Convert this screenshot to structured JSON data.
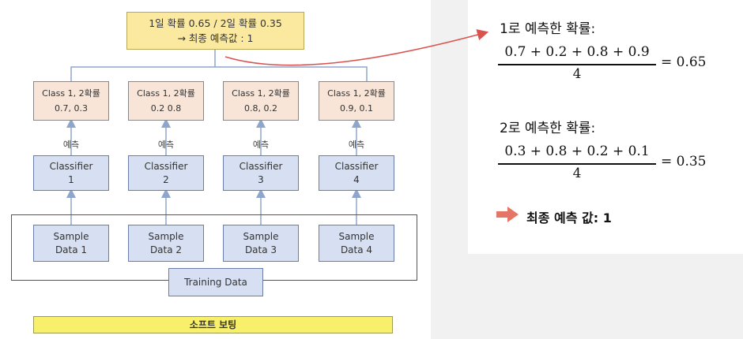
{
  "final_box": {
    "line1": "1일 확률 0.65 / 2일 확률 0.35",
    "line2": "→ 최종 예측값 : 1"
  },
  "prob_boxes": [
    {
      "title": "Class 1, 2확률",
      "values": "0.7, 0.3"
    },
    {
      "title": "Class 1, 2확률",
      "values": "0.2 0.8"
    },
    {
      "title": "Class 1, 2확률",
      "values": "0.8, 0.2"
    },
    {
      "title": "Class 1, 2확률",
      "values": "0.9, 0.1"
    }
  ],
  "predict_label": "예측",
  "classifiers": [
    {
      "line1": "Classifier",
      "line2": "1"
    },
    {
      "line1": "Classifier",
      "line2": "2"
    },
    {
      "line1": "Classifier",
      "line2": "3"
    },
    {
      "line1": "Classifier",
      "line2": "4"
    }
  ],
  "samples": [
    {
      "line1": "Sample",
      "line2": "Data 1"
    },
    {
      "line1": "Sample",
      "line2": "Data 2"
    },
    {
      "line1": "Sample",
      "line2": "Data 3"
    },
    {
      "line1": "Sample",
      "line2": "Data 4"
    }
  ],
  "training_data": "Training Data",
  "soft_voting": "소프트 보팅",
  "right_panel": {
    "heading1": "1로 예측한 확률:",
    "formula1": {
      "numerator": "0.7 + 0.2 + 0.8 + 0.9",
      "denominator": "4",
      "result": "= 0.65"
    },
    "heading2": "2로 예측한 확률:",
    "formula2": {
      "numerator": "0.3 + 0.8 + 0.2 + 0.1",
      "denominator": "4",
      "result": "= 0.35"
    },
    "final_result": "최종 예측 값: 1"
  },
  "colors": {
    "final_fill": "#fbe9a0",
    "prob_fill": "#f8e5d8",
    "node_fill": "#d7e0f2",
    "soft_fill": "#f8f06a",
    "connector": "#8fa6cc",
    "callout": "#d9534f"
  }
}
